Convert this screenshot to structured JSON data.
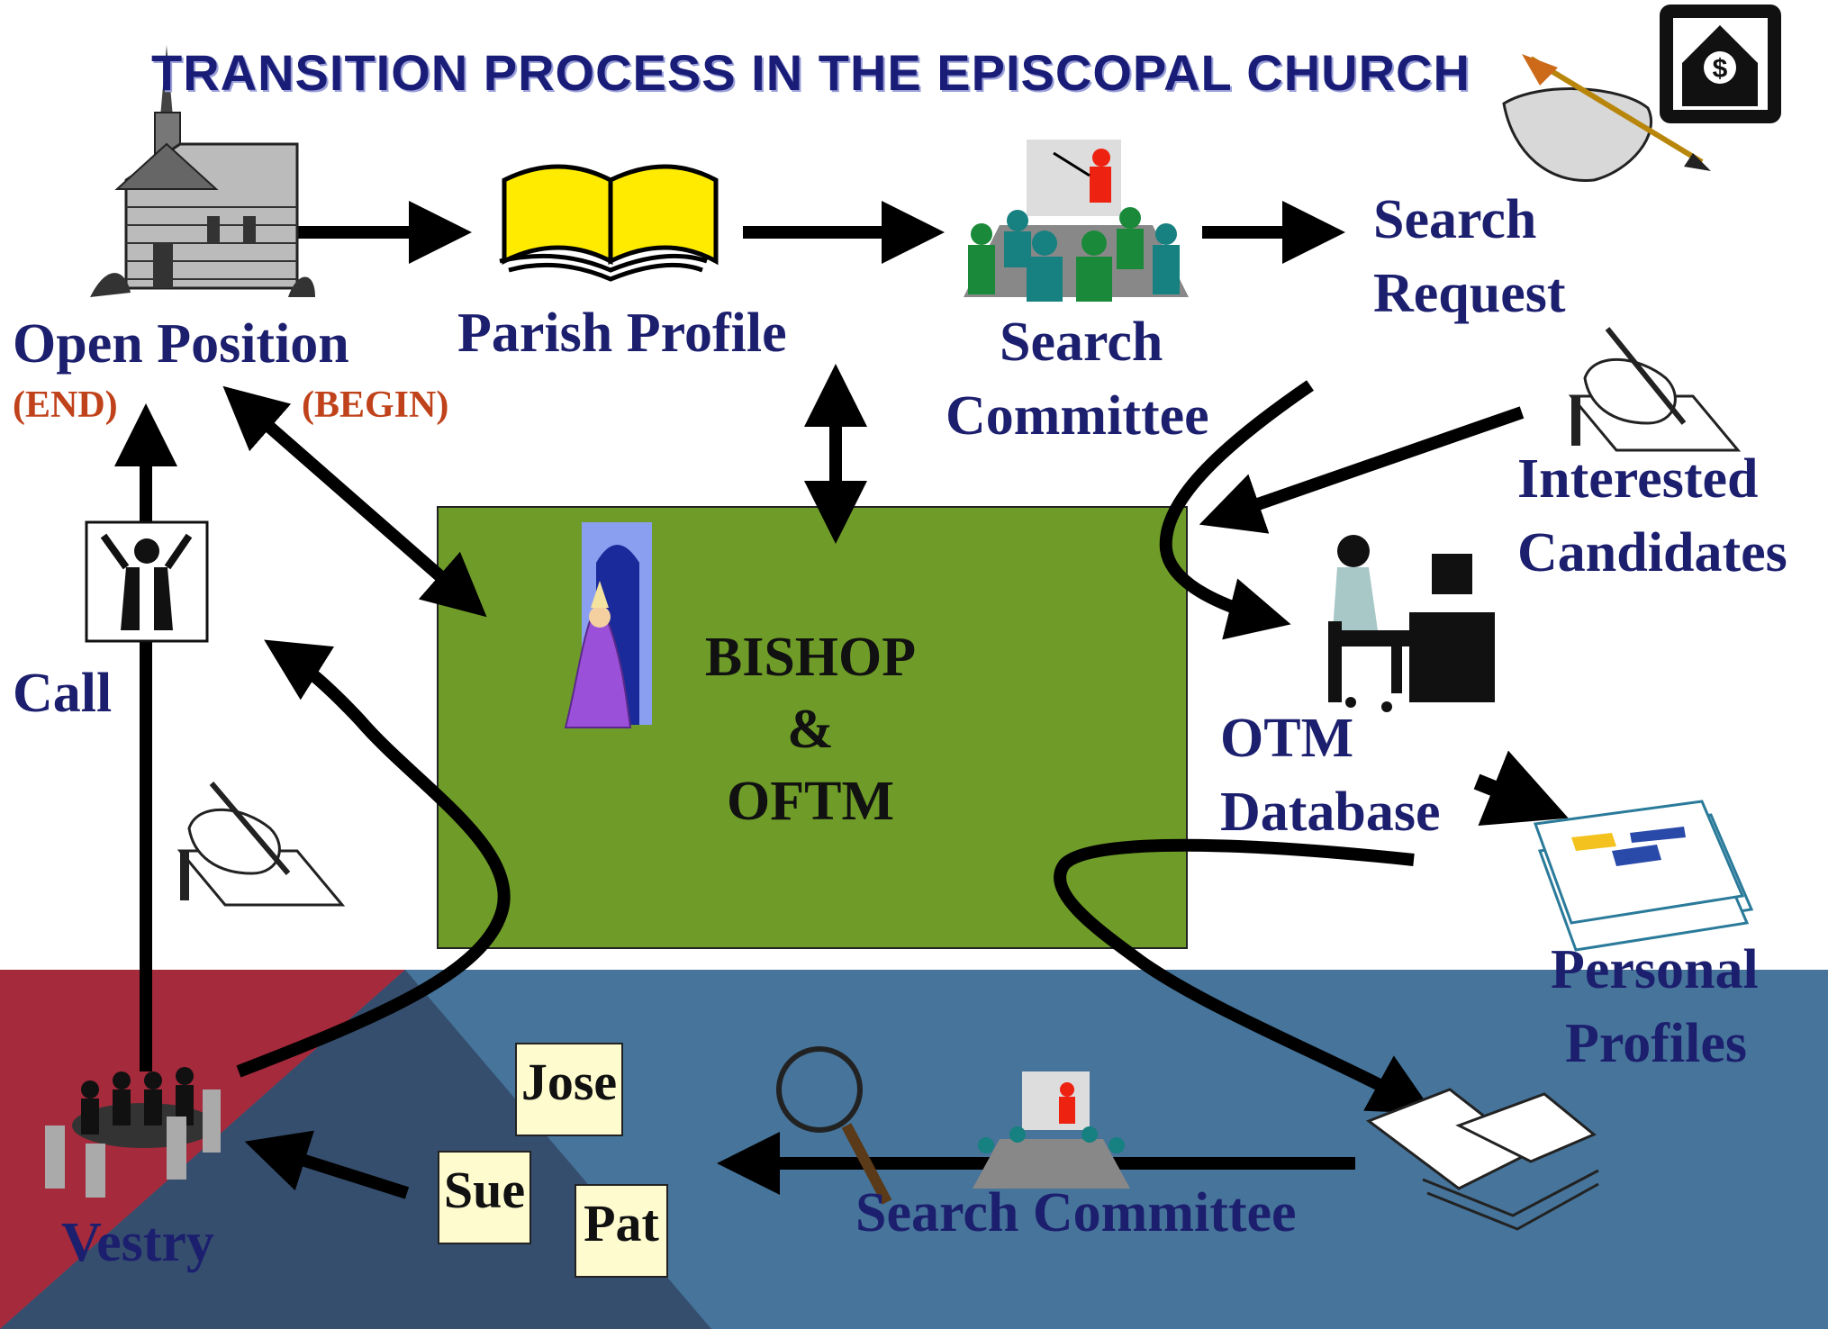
{
  "title": "TRANSITION PROCESS IN THE EPISCOPAL CHURCH",
  "center": {
    "line1": "BISHOP",
    "line2": "&",
    "line3": "OFTM"
  },
  "labels": {
    "open_position": "Open Position",
    "end": "(END)",
    "begin": "(BEGIN)",
    "parish_profile": "Parish Profile",
    "search_committee_1": "Search",
    "search_committee_2": "Committee",
    "search_request_1": "Search",
    "search_request_2": "Request",
    "interested_1": "Interested",
    "interested_2": "Candidates",
    "otm_1": "OTM",
    "otm_2": "Database",
    "personal_1": "Personal",
    "personal_2": "Profiles",
    "search_committee_bottom": "Search Committee",
    "vestry": "Vestry",
    "call": "Call"
  },
  "candidates": [
    "Jose",
    "Sue",
    "Pat"
  ],
  "icons": [
    "church-icon",
    "book-icon",
    "meeting-icon",
    "quill-letter-icon",
    "money-house-icon",
    "writing-hand-icon",
    "computer-user-icon",
    "documents-icon",
    "magnifier-icon",
    "bishop-icon",
    "priest-icon",
    "vestry-meeting-icon"
  ],
  "colors": {
    "center_box": "#6f9c28",
    "bottom_band": "#46749a",
    "bottom_left_red": "#a42a3c",
    "dark_wedge": "#354e6e",
    "label_text": "#1c1f6e",
    "accent_text": "#c0421b"
  }
}
